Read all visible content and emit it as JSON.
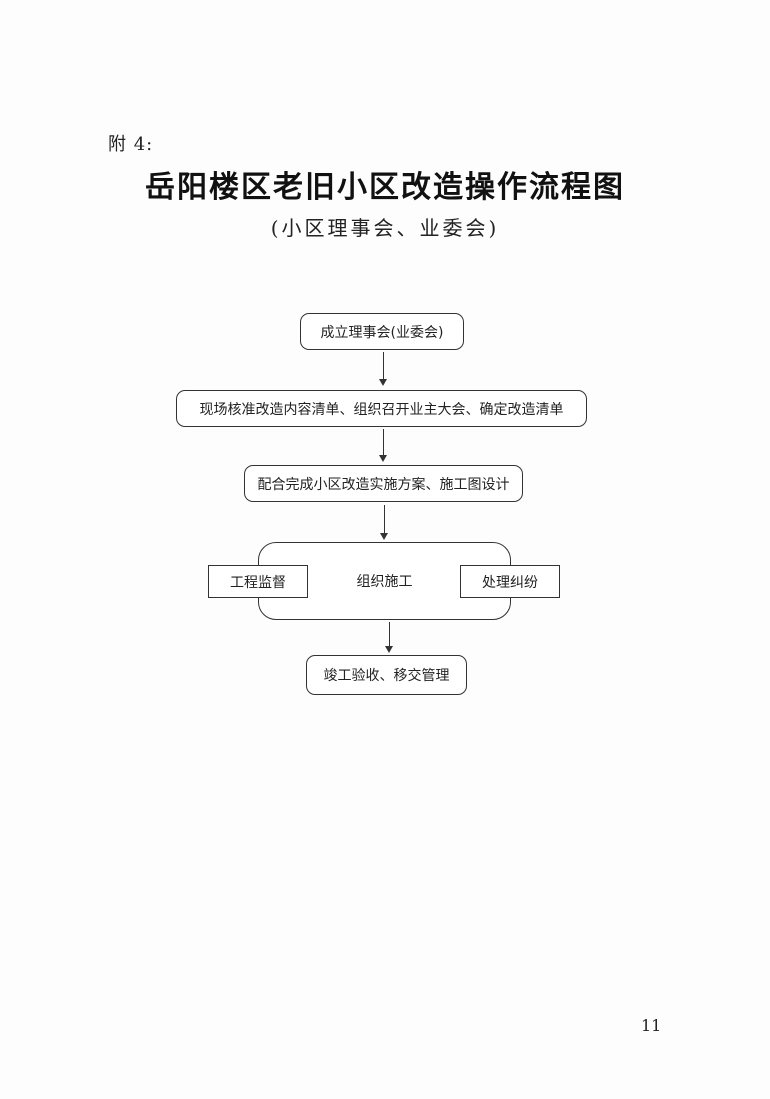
{
  "header": {
    "attachment_label": "附 4:",
    "title": "岳阳楼区老旧小区改造操作流程图",
    "subtitle": "(小区理事会、业委会)"
  },
  "flowchart": {
    "steps": [
      "成立理事会(业委会)",
      "现场核准改造内容清单、组织召开业主大会、确定改造清单",
      "配合完成小区改造实施方案、施工图设计",
      "组织施工",
      "竣工验收、移交管理"
    ],
    "side_left": "工程监督",
    "side_right": "处理纠纷"
  },
  "footer": {
    "page_number": "11"
  }
}
